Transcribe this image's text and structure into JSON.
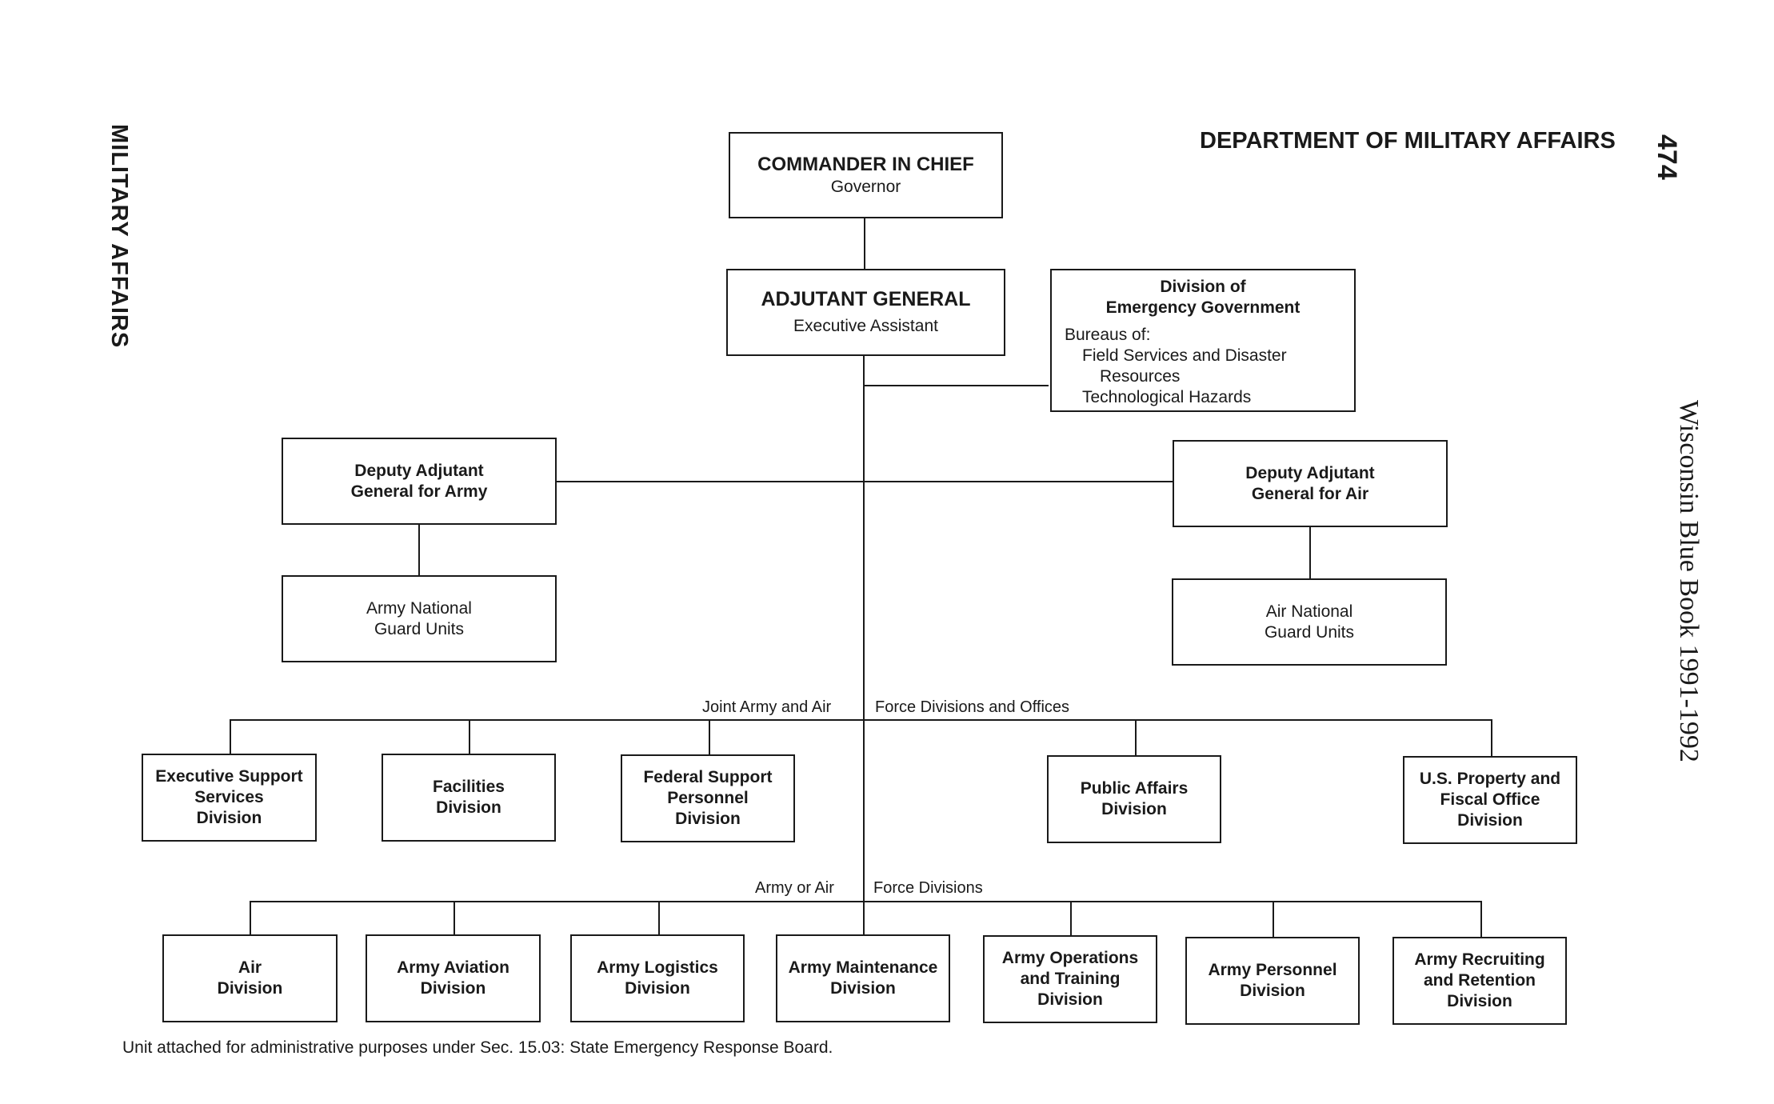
{
  "side_header": "MILITARY AFFAIRS",
  "department_title": "DEPARTMENT OF MILITARY AFFAIRS",
  "page_number": "474",
  "book_title": "Wisconsin Blue Book 1991-1992",
  "commander": {
    "title": "COMMANDER IN CHIEF",
    "subtitle": "Governor"
  },
  "adjutant": {
    "title": "ADJUTANT GENERAL",
    "subtitle": "Executive Assistant"
  },
  "emergency": {
    "title_line1": "Division of",
    "title_line2": "Emergency Government",
    "bureaus_label": "Bureaus of:",
    "bureau1_line1": "Field Services and Disaster",
    "bureau1_line2": "Resources",
    "bureau2": "Technological Hazards"
  },
  "deputy_army": {
    "line1": "Deputy Adjutant",
    "line2": "General for Army"
  },
  "deputy_air": {
    "line1": "Deputy Adjutant",
    "line2": "General for Air"
  },
  "army_guard": {
    "line1": "Army National",
    "line2": "Guard Units"
  },
  "air_guard": {
    "line1": "Air National",
    "line2": "Guard Units"
  },
  "joint_label_left": "Joint Army and Air",
  "joint_label_right": "Force Divisions and Offices",
  "joint_divisions": [
    {
      "line1": "Executive Support",
      "line2": "Services",
      "line3": "Division"
    },
    {
      "line1": "Facilities",
      "line2": "Division"
    },
    {
      "line1": "Federal Support",
      "line2": "Personnel",
      "line3": "Division"
    },
    {
      "line1": "Public Affairs",
      "line2": "Division"
    },
    {
      "line1": "U.S. Property and",
      "line2": "Fiscal Office",
      "line3": "Division"
    }
  ],
  "force_label_left": "Army or Air",
  "force_label_right": "Force Divisions",
  "force_divisions": [
    {
      "line1": "Air",
      "line2": "Division"
    },
    {
      "line1": "Army Aviation",
      "line2": "Division"
    },
    {
      "line1": "Army Logistics",
      "line2": "Division"
    },
    {
      "line1": "Army Maintenance",
      "line2": "Division"
    },
    {
      "line1": "Army Operations",
      "line2": "and Training",
      "line3": "Division"
    },
    {
      "line1": "Army Personnel",
      "line2": "Division"
    },
    {
      "line1": "Army Recruiting",
      "line2": "and Retention",
      "line3": "Division"
    }
  ],
  "footnote": "Unit attached for administrative purposes under Sec. 15.03:  State Emergency Response Board."
}
